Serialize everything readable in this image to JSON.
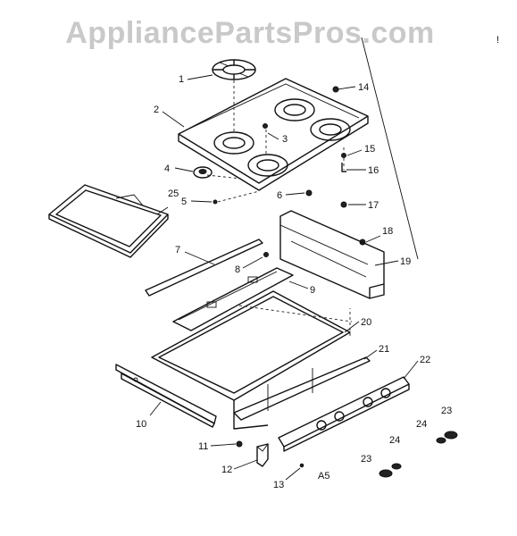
{
  "watermark": "AppliancePartsPros.com",
  "corner_mark": "!",
  "diagram_code": "A5",
  "callouts": [
    {
      "id": "c1",
      "label": "1"
    },
    {
      "id": "c2",
      "label": "2"
    },
    {
      "id": "c3",
      "label": "3"
    },
    {
      "id": "c4",
      "label": "4"
    },
    {
      "id": "c5",
      "label": "5"
    },
    {
      "id": "c6",
      "label": "6"
    },
    {
      "id": "c7",
      "label": "7"
    },
    {
      "id": "c8",
      "label": "8"
    },
    {
      "id": "c9",
      "label": "9"
    },
    {
      "id": "c10",
      "label": "10"
    },
    {
      "id": "c11",
      "label": "11"
    },
    {
      "id": "c12",
      "label": "12"
    },
    {
      "id": "c13",
      "label": "13"
    },
    {
      "id": "c14",
      "label": "14"
    },
    {
      "id": "c15",
      "label": "15"
    },
    {
      "id": "c16",
      "label": "16"
    },
    {
      "id": "c17",
      "label": "17"
    },
    {
      "id": "c18",
      "label": "18"
    },
    {
      "id": "c19",
      "label": "19"
    },
    {
      "id": "c20",
      "label": "20"
    },
    {
      "id": "c21",
      "label": "21"
    },
    {
      "id": "c22",
      "label": "22"
    },
    {
      "id": "c23a",
      "label": "23"
    },
    {
      "id": "c23b",
      "label": "23"
    },
    {
      "id": "c24a",
      "label": "24"
    },
    {
      "id": "c24b",
      "label": "24"
    },
    {
      "id": "c25",
      "label": "25"
    }
  ]
}
